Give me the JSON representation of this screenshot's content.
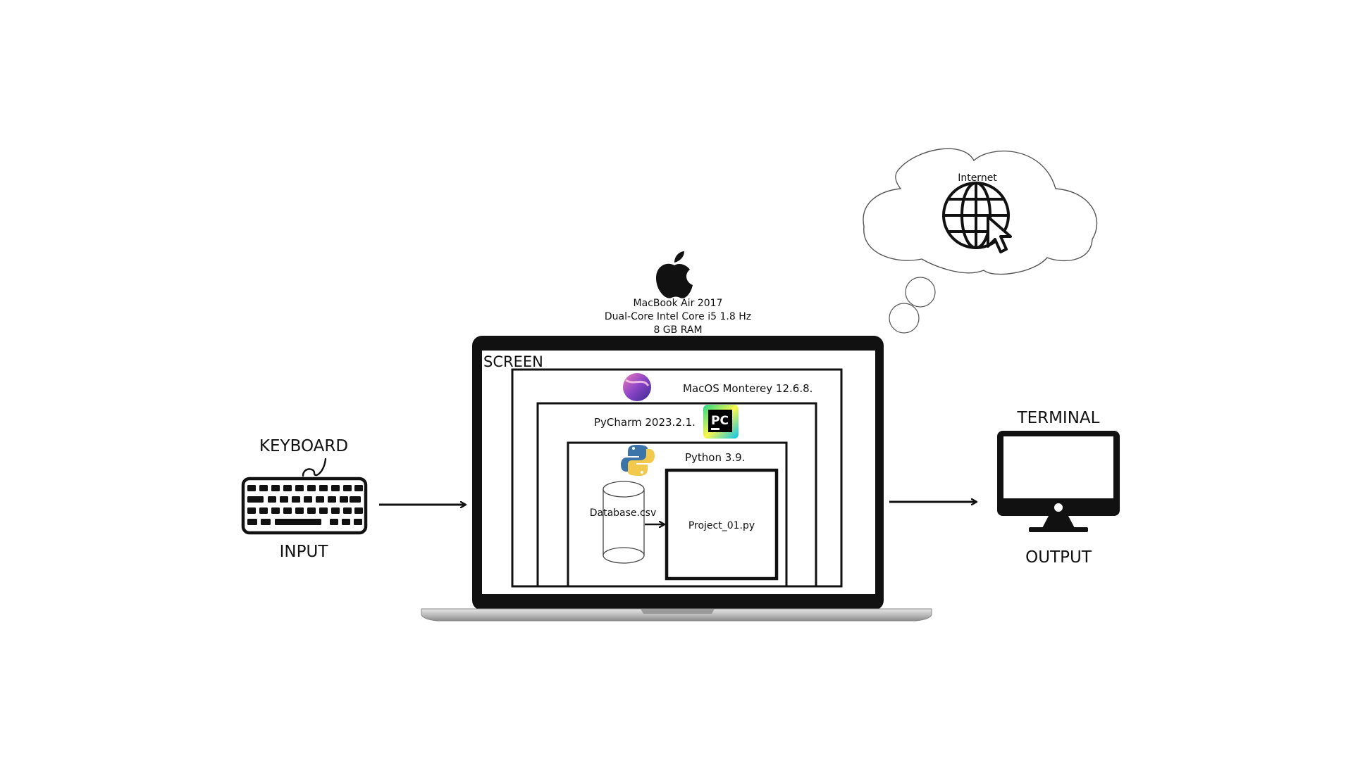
{
  "keyboard": {
    "title": "KEYBOARD",
    "caption": "INPUT"
  },
  "laptop": {
    "model": "MacBook Air 2017",
    "cpu": "Dual-Core Intel Core i5 1.8 Hz",
    "ram": "8 GB RAM",
    "screen_label": "SCREEN"
  },
  "layers": {
    "os": "MacOS Monterey 12.6.8.",
    "ide": "PyCharm 2023.2.1.",
    "ide_logo_text": "PC",
    "runtime": "Python 3.9.",
    "database": "Database.csv",
    "project": "Project_01.py"
  },
  "cloud": {
    "label": "Internet"
  },
  "terminal": {
    "title": "TERMINAL",
    "caption": "OUTPUT"
  },
  "icons": {
    "apple": "apple-icon",
    "keyboard": "keyboard-icon",
    "monitor": "monitor-icon",
    "globe": "globe-icon",
    "cursor": "cursor-icon",
    "macos": "macos-logo-icon",
    "pycharm": "pycharm-logo-icon",
    "python": "python-logo-icon",
    "database": "database-cylinder-icon"
  },
  "colors": {
    "line": "#111111",
    "laptop_body": "#c8c8c8",
    "python_blue": "#3b74a8",
    "python_yellow": "#f2c94c",
    "pycharm_green": "#21d789",
    "macos_purple": "#7a3fb8"
  }
}
